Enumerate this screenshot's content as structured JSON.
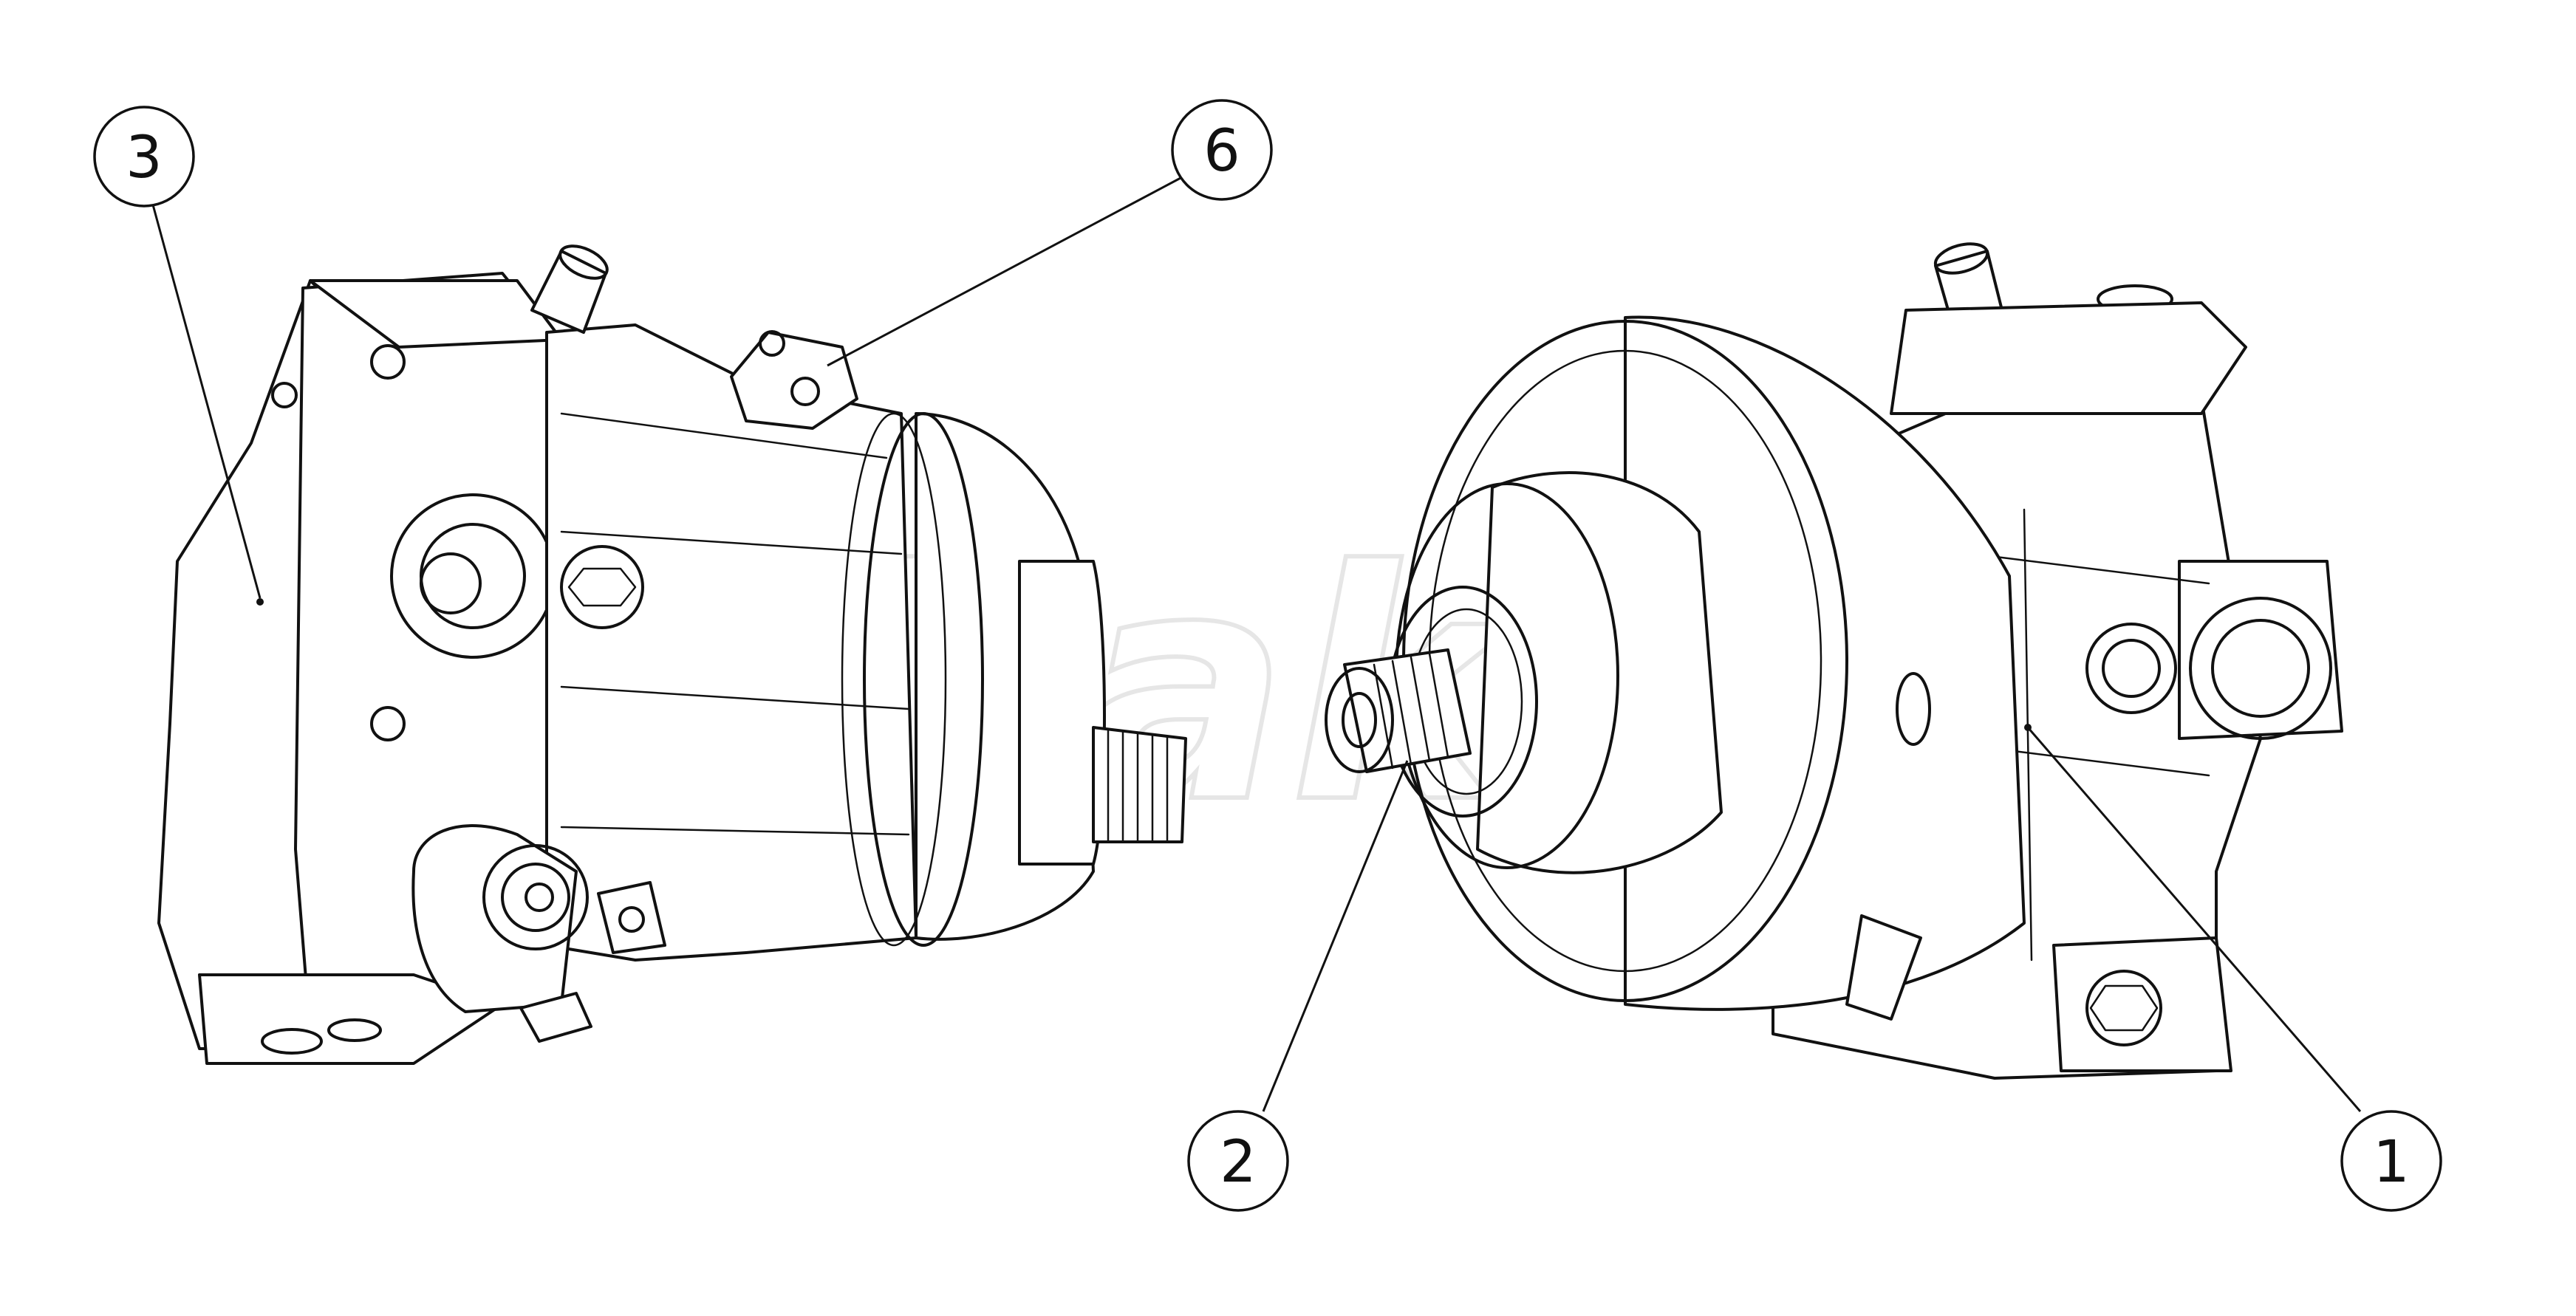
{
  "watermark": "Hibakoft",
  "callouts": [
    {
      "id": "callout-3",
      "label": "3",
      "part": "control-plate"
    },
    {
      "id": "callout-6",
      "label": "6",
      "part": "port-flange"
    },
    {
      "id": "callout-2",
      "label": "2",
      "part": "output-shaft"
    },
    {
      "id": "callout-1",
      "label": "1",
      "part": "housing"
    }
  ],
  "colors": {
    "line": "#111111",
    "background": "#ffffff",
    "watermark": "#e6e6e6"
  }
}
